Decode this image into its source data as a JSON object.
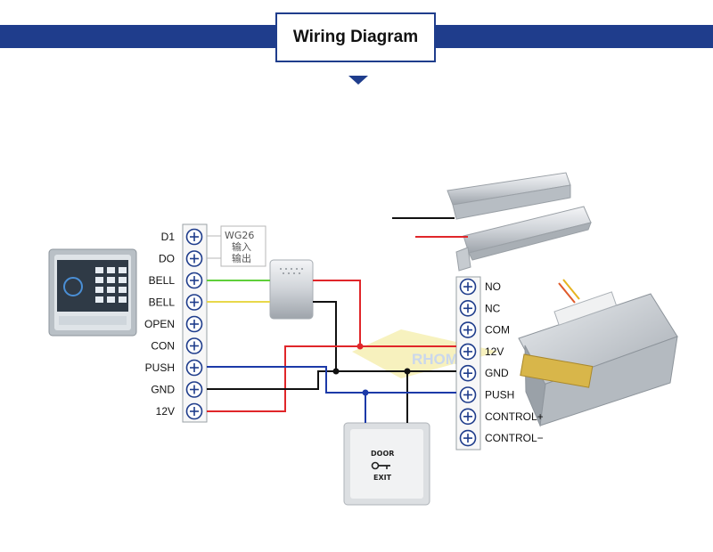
{
  "header": {
    "title": "Wiring Diagram"
  },
  "left_terminals": [
    "D1",
    "DO",
    "BELL",
    "BELL",
    "OPEN",
    "CON",
    "PUSH",
    "GND",
    "12V"
  ],
  "right_terminals": [
    "NO",
    "NC",
    "COM",
    "12V",
    "GND",
    "PUSH",
    "CONTROL+",
    "CONTROL−"
  ],
  "wg26_box": {
    "line1": "WG26",
    "line2": "输入",
    "line3": "输出"
  },
  "exit_button": {
    "line1": "DOOR",
    "line2": "EXIT"
  },
  "watermark": "RHOM",
  "colors": {
    "accent": "#1f3d8c",
    "red": "#e0262a",
    "green": "#5fcf3a",
    "yellow": "#e8d84a",
    "blue": "#1c3aa8",
    "black": "#111111"
  },
  "icons": [
    "plus-terminal-icon",
    "key-icon"
  ]
}
